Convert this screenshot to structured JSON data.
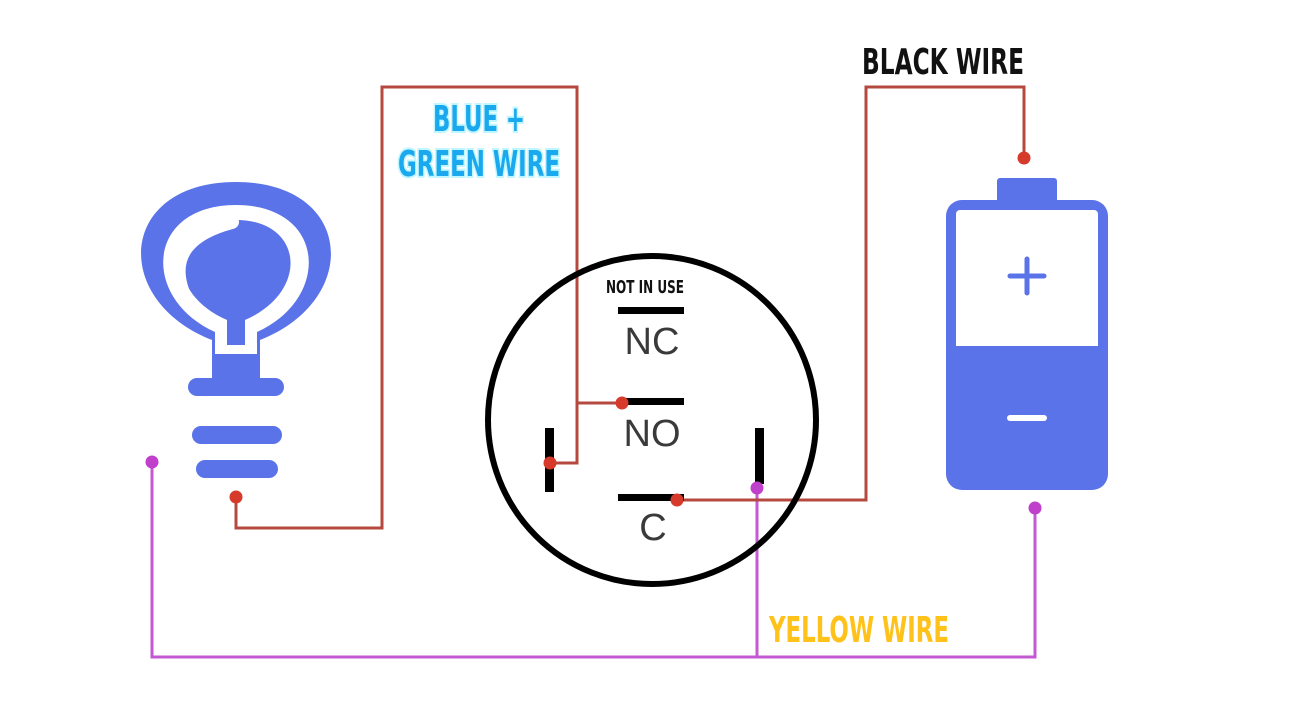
{
  "labels": {
    "blue_green_line1": "BLUE +",
    "blue_green_line2": "GREEN WIRE",
    "black_wire": "BLACK WIRE",
    "yellow_wire": "YELLOW WIRE",
    "not_in_use": "NOT IN USE"
  },
  "terminals": {
    "nc": "NC",
    "no": "NO",
    "c": "C"
  },
  "battery": {
    "plus": "+",
    "minus": "−"
  },
  "colors": {
    "icon_blue": "#5b73e8",
    "wire_red": "#b5483f",
    "wire_purple": "#c45ad2",
    "dot_red": "#d53a2a",
    "dot_purple": "#c040cc",
    "label_cyan": "#1aa8ee",
    "label_yellow": "#ffc21a",
    "label_black": "#111111"
  }
}
